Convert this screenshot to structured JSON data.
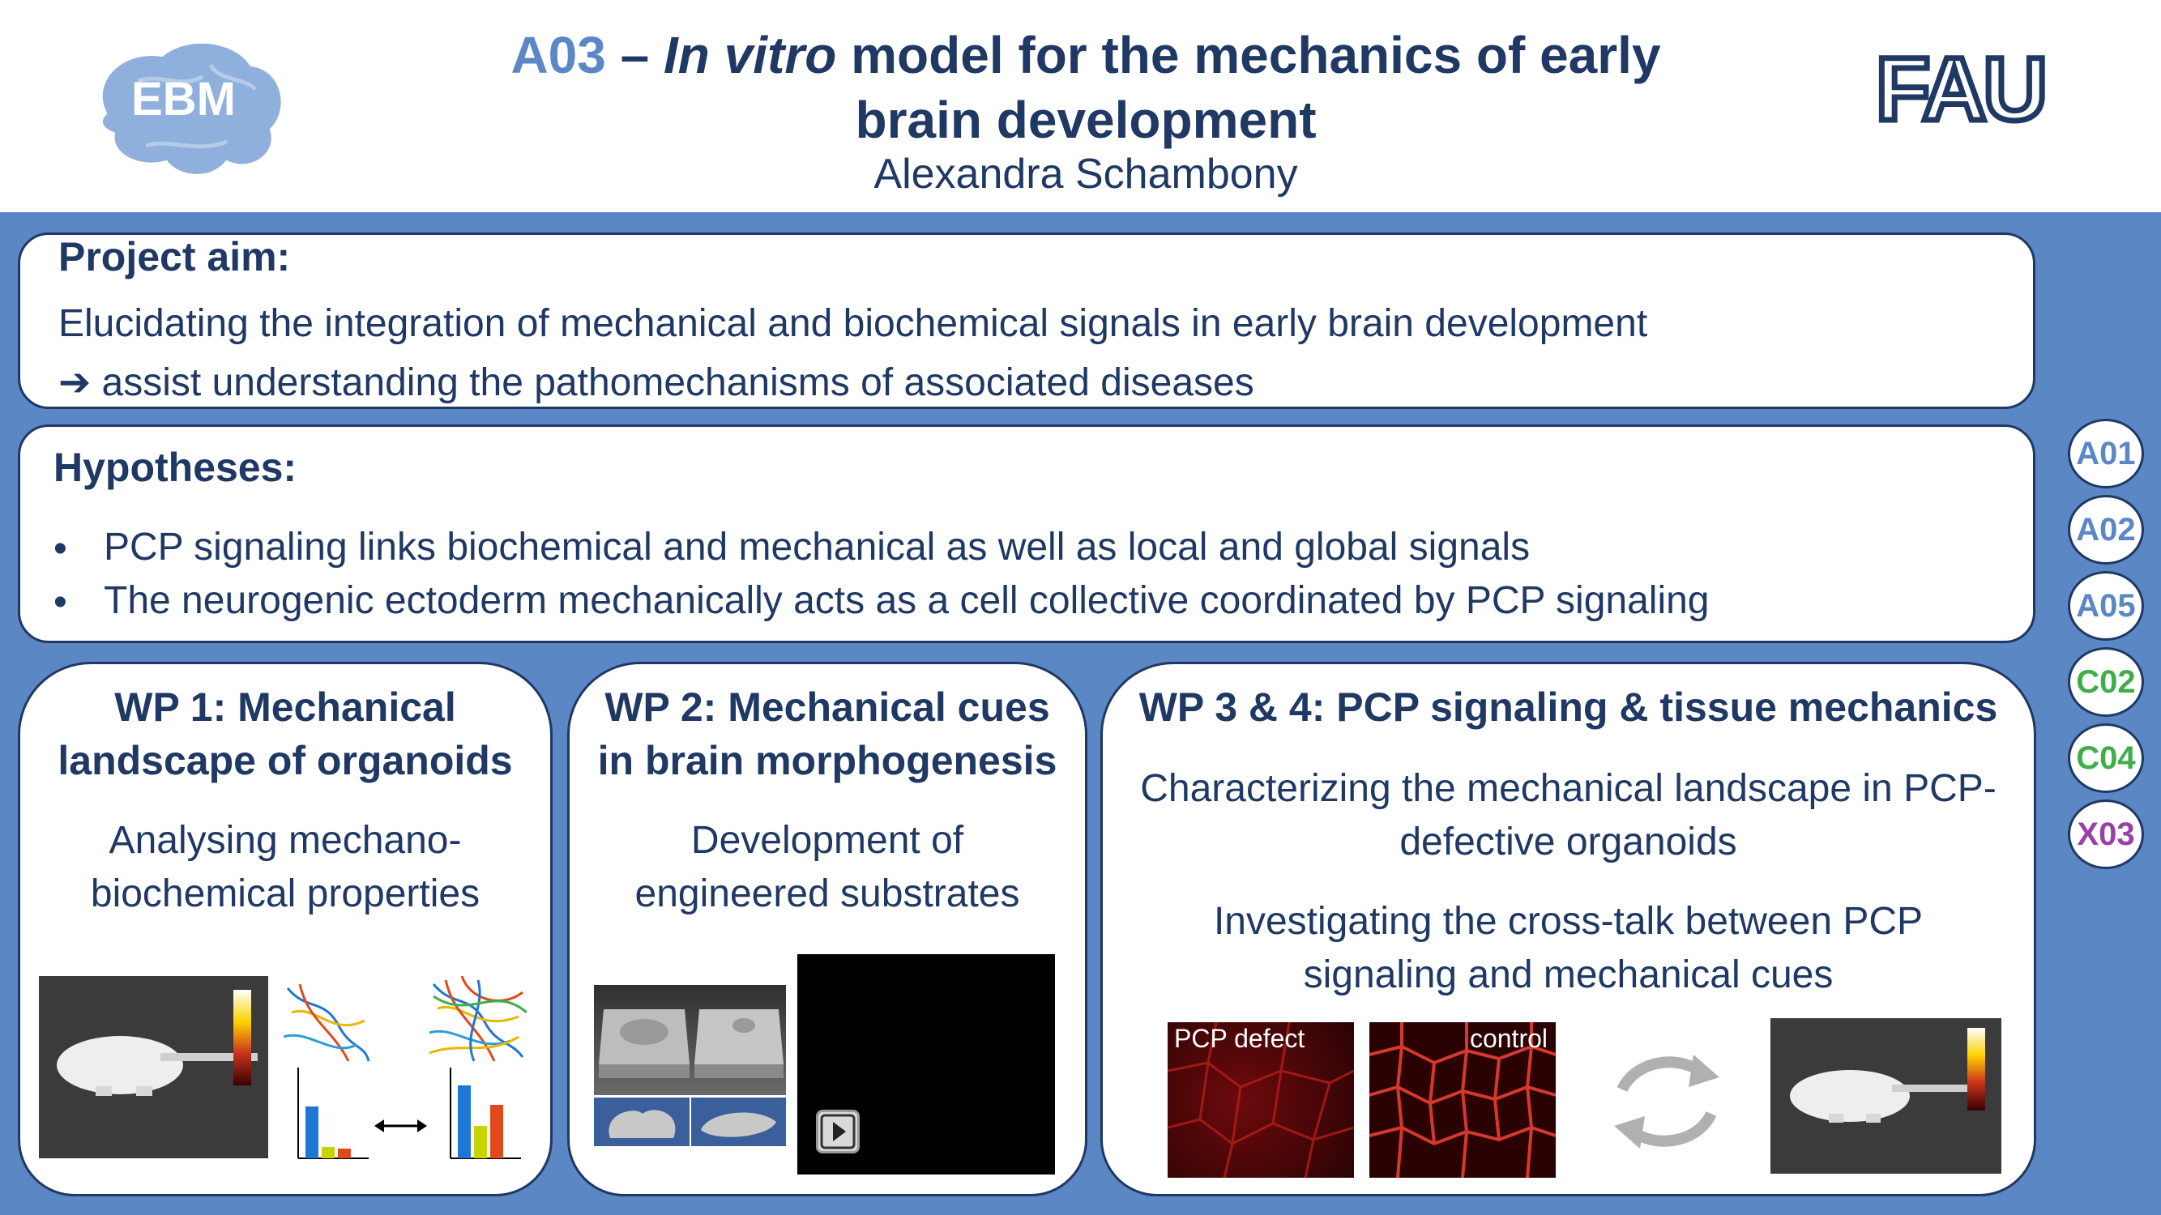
{
  "header": {
    "logo_left": "EBM",
    "logo_right": "FAU",
    "title_code": "A03",
    "title_dash": " – ",
    "title_italic": "In vitro",
    "title_rest": " model for the mechanics of early",
    "title_line2": "brain development",
    "author": "Alexandra Schambony"
  },
  "aim": {
    "heading": "Project aim:",
    "line1": "Elucidating the integration of mechanical and biochemical signals in early brain development",
    "line2": "➔ assist understanding the pathomechanisms of associated diseases"
  },
  "hypotheses": {
    "heading": "Hypotheses:",
    "items": [
      "PCP signaling links biochemical and mechanical as well as local and global signals",
      "The neurogenic ectoderm mechanically acts as a cell collective coordinated by PCP signaling"
    ]
  },
  "wp1": {
    "title1": "WP 1: Mechanical",
    "title2": "landscape of organoids",
    "body1": "Analysing mechano-",
    "body2": "biochemical properties"
  },
  "wp2": {
    "title1": "WP 2: Mechanical cues",
    "title2": "in brain morphogenesis",
    "body1": "Development of",
    "body2": "engineered substrates"
  },
  "wp34": {
    "title": "WP 3 & 4: PCP signaling & tissue mechanics",
    "body1a": "Characterizing the mechanical landscape in PCP-",
    "body1b": "defective organoids",
    "body2a": "Investigating the cross-talk between PCP",
    "body2b": "signaling and mechanical cues",
    "label_defect": "PCP defect",
    "label_control": "control"
  },
  "projects": [
    {
      "label": "A01",
      "color": "#5b87c5"
    },
    {
      "label": "A02",
      "color": "#5b87c5"
    },
    {
      "label": "A05",
      "color": "#5b87c5"
    },
    {
      "label": "C02",
      "color": "#3fae49"
    },
    {
      "label": "C04",
      "color": "#3fae49"
    },
    {
      "label": "X03",
      "color": "#9b3fa8"
    }
  ],
  "colors": {
    "navy": "#1f3864",
    "background_blue": "#5b87c5"
  }
}
